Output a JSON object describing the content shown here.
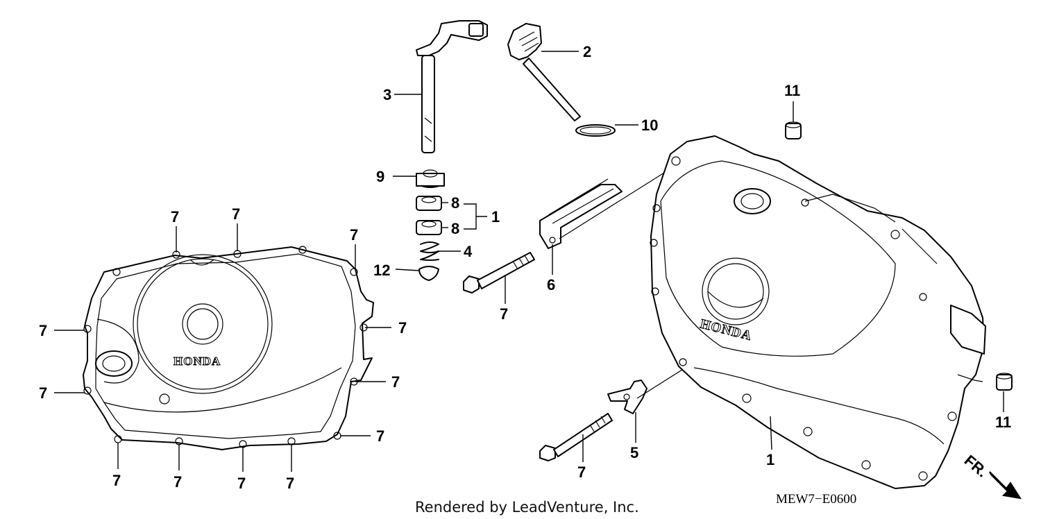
{
  "diagram_code": "MEW7−E0600",
  "credit": "Rendered by LeadVenture, Inc.",
  "direction": "FR.",
  "brand_left": "HONDA",
  "brand_right": "HONDA",
  "callouts": {
    "c1_main": "1",
    "c1_bracket": "1",
    "c2": "2",
    "c3": "3",
    "c4": "4",
    "c5": "5",
    "c6": "6",
    "c7_bolt_upper": "7",
    "c7_bolt_lower": "7",
    "c7_top1": "7",
    "c7_top2": "7",
    "c7_topright": "7",
    "c7_left_upper": "7",
    "c7_left_lower": "7",
    "c7_right_upper": "7",
    "c7_right_mid": "7",
    "c7_right_lower": "7",
    "c7_bottom1": "7",
    "c7_bottom2": "7",
    "c7_bottom3": "7",
    "c7_bottom4": "7",
    "c8_upper": "8",
    "c8_lower": "8",
    "c9": "9",
    "c10": "10",
    "c11_top": "11",
    "c11_bottom": "11",
    "c12": "12"
  }
}
